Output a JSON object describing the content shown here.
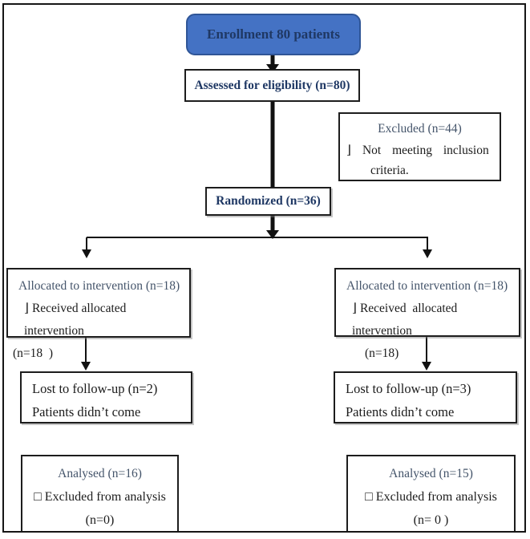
{
  "colors": {
    "box_blue": "#4472C4",
    "box_blue_border": "#2f5597",
    "navy": "#1F3864",
    "slate": "#44546A",
    "line_black": "#161616"
  },
  "enrollment": {
    "label": "Enrollment 80 patients"
  },
  "assessed": {
    "label": "Assessed for eligibility (n=80)"
  },
  "excluded": {
    "title": "Excluded (n=44)",
    "bullet": "⌋",
    "reason_line1": "Not meeting inclusion",
    "reason_line2": "criteria."
  },
  "randomized": {
    "label": "Randomized (n=36)"
  },
  "left_arm": {
    "allocation": {
      "title": "Allocated to intervention (n=18)",
      "bullet": "⌋",
      "line": "Received allocated intervention",
      "count": "(n=18  )"
    },
    "followup": {
      "line1": "Lost to follow-up (n=2)",
      "line2": "Patients didn’t come"
    },
    "analysis": {
      "title": "Analysed (n=16)",
      "bullet": "□",
      "line": "Excluded from analysis",
      "count": "(n=0)"
    }
  },
  "right_arm": {
    "allocation": {
      "title": "Allocated to intervention (n=18)",
      "bullet": "⌋",
      "line": "Received  allocated intervention",
      "count": "(n=18)"
    },
    "followup": {
      "line1": "Lost to follow-up (n=3)",
      "line2": "Patients didn’t come"
    },
    "analysis": {
      "title": "Analysed (n=15)",
      "bullet": "□",
      "line": "Excluded from analysis",
      "count": "(n= 0 )"
    }
  }
}
